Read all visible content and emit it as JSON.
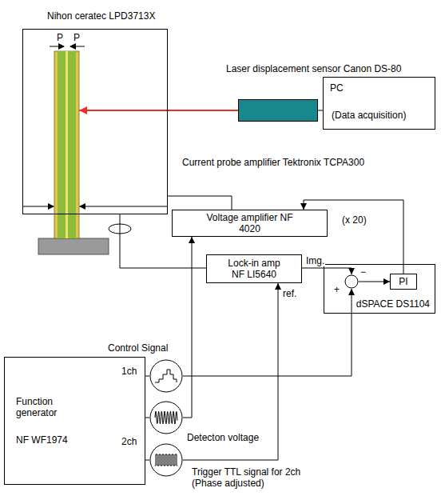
{
  "diagram": {
    "nodes": [
      {
        "text": [
          "Nihon ceratec LPD3713X"
        ]
      },
      {
        "text": [
          "Laser displacement sensor Canon DS-80"
        ]
      },
      {
        "text": [
          "PC",
          "(Data acquisition)"
        ]
      },
      {
        "text": [
          "Voltage amplifier NF 4020"
        ]
      },
      {
        "text": [
          "Lock-in amp NF LI5640"
        ]
      },
      {
        "text": [
          "dSPACE DS1104"
        ]
      },
      {
        "text": [
          "−",
          "+"
        ],
        "in": 5
      },
      {
        "text": [
          "PI"
        ],
        "in": 5
      },
      {
        "text": [
          "Function generator",
          "NF WF1974",
          "1ch",
          "2ch"
        ]
      },
      {
        "text": [
          "Control Signal"
        ]
      },
      {
        "text": [
          "Detecton voltage"
        ]
      },
      {
        "text": [
          "Trigger TTL signal for 2ch (Phase adjusted)"
        ]
      }
    ],
    "edges": [
      {
        "from": 1,
        "to": 0,
        "arrow": "to"
      },
      {
        "from": 1,
        "to": 2,
        "arrow": "none"
      },
      {
        "from": 3,
        "to": 0,
        "arrow": "none"
      },
      {
        "from": 0,
        "to": 4,
        "arrow": "none"
      },
      {
        "from": 4,
        "to": 6,
        "arrow": "to",
        "label": "Img."
      },
      {
        "from": 8,
        "to": 9,
        "arrow": "none"
      },
      {
        "from": 9,
        "to": 6,
        "arrow": "to"
      },
      {
        "from": 6,
        "to": 7,
        "arrow": "to"
      },
      {
        "from": 7,
        "to": 3,
        "arrow": "to"
      },
      {
        "from": 8,
        "to": 10,
        "arrow": "none"
      },
      {
        "from": 10,
        "to": 3,
        "arrow": "to"
      },
      {
        "from": 8,
        "to": 11,
        "arrow": "none"
      },
      {
        "from": 11,
        "to": 4,
        "arrow": "to",
        "label": "ref."
      }
    ],
    "labels": [
      "P",
      "P",
      "Current probe amplifier Tektronix TCPA300",
      "(x 20)"
    ]
  }
}
